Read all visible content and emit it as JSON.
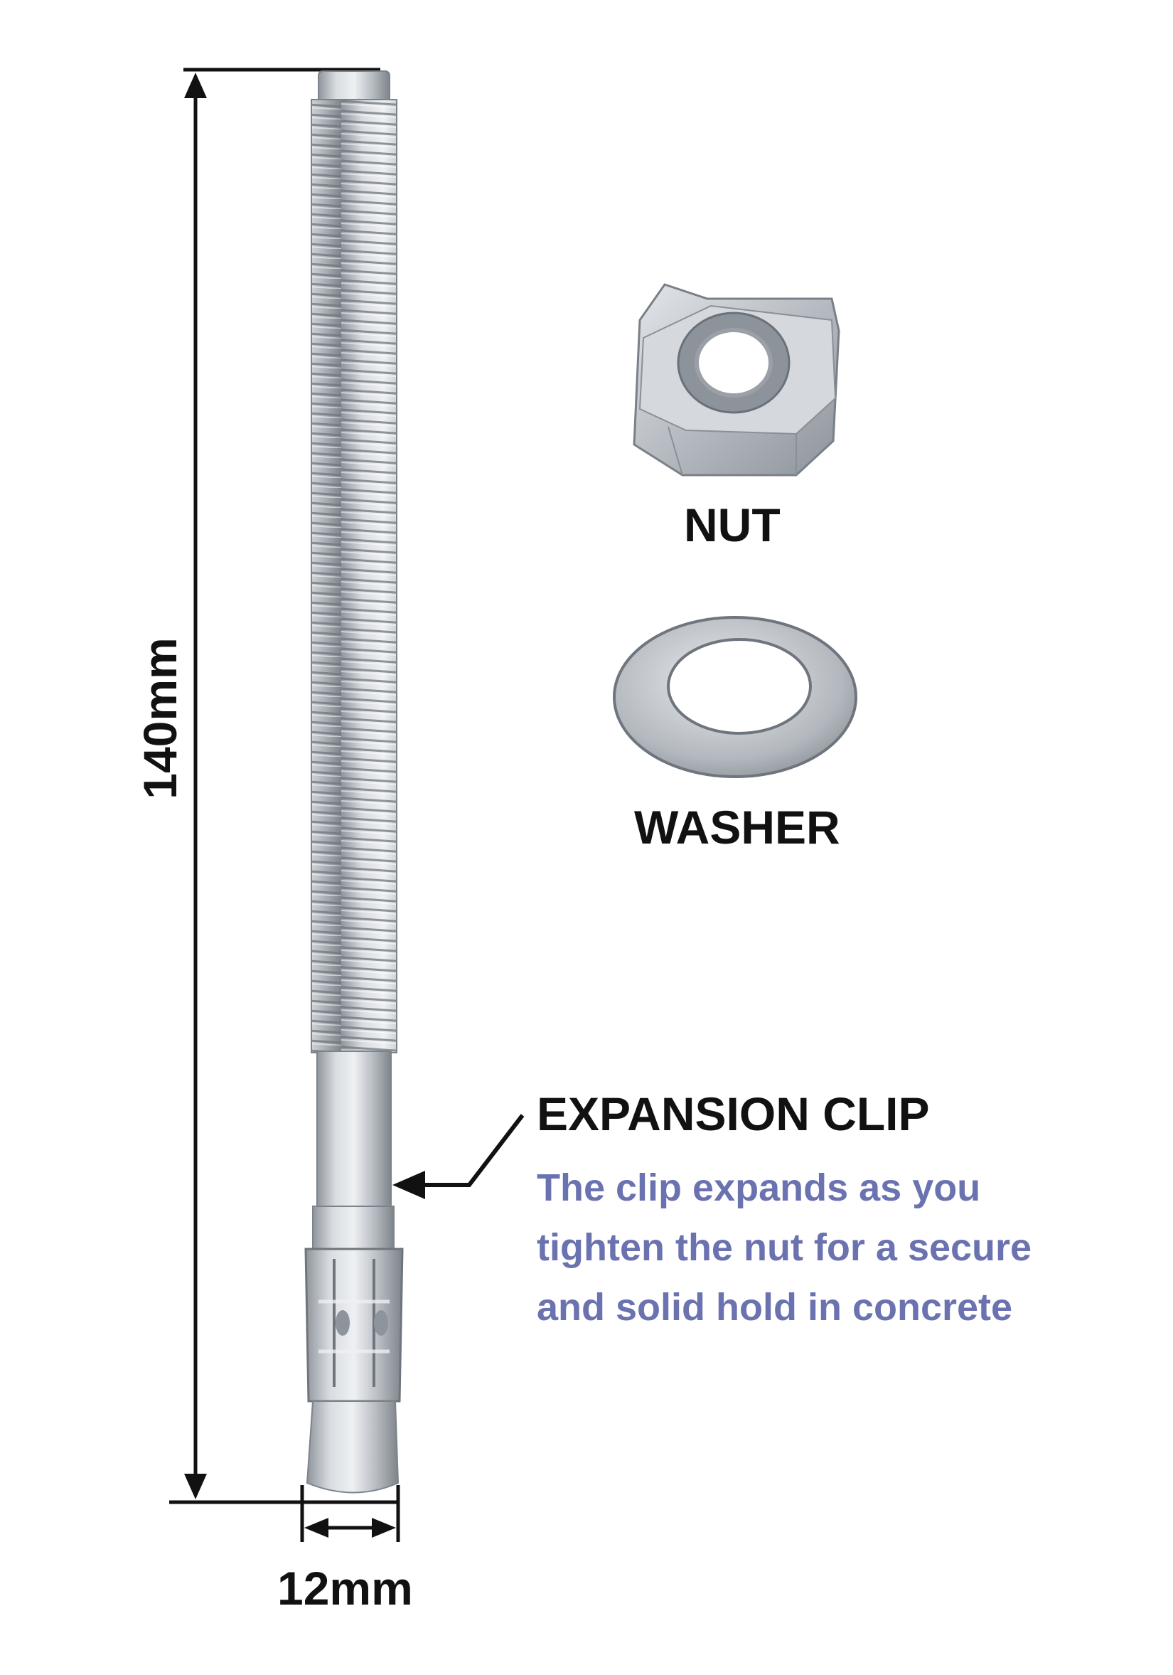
{
  "dimensions": {
    "length_label": "140mm",
    "diameter_label": "12mm"
  },
  "parts": {
    "nut_label": "NUT",
    "washer_label": "WASHER"
  },
  "expansion_clip": {
    "title": "EXPANSION CLIP",
    "description_lines": [
      "The clip expands as you",
      "tighten the nut for a secure",
      "and solid hold in concrete"
    ]
  },
  "colors": {
    "text": "#111111",
    "description": "#6b72b0",
    "metal": "#c3c7cc"
  }
}
